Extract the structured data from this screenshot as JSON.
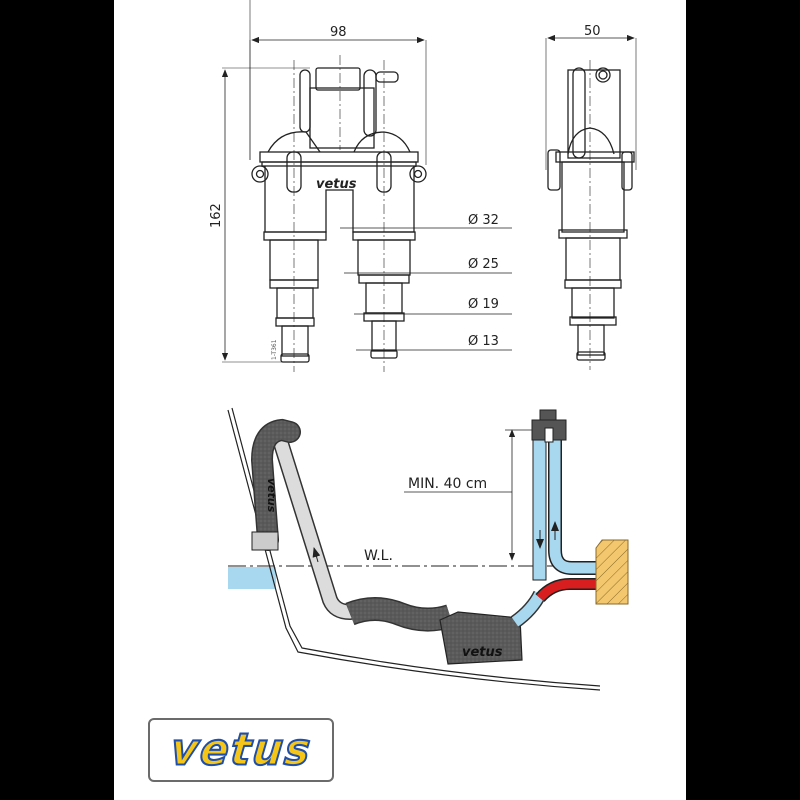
{
  "top_drawing": {
    "width_front": "98",
    "width_side": "50",
    "height": "162",
    "brand_on_part": "vetus",
    "drawing_number": "1-T361",
    "diameters": [
      {
        "label": "Ø 32"
      },
      {
        "label": "Ø 25"
      },
      {
        "label": "Ø 19"
      },
      {
        "label": "Ø 13"
      }
    ]
  },
  "installation_diagram": {
    "min_height_label": "MIN. 40 cm",
    "waterline_label": "W.L.",
    "brand_on_muffler": "vetus",
    "brand_on_gooseneck": "vetus",
    "colors": {
      "water": "#a8d8ef",
      "hot_exhaust": "#d81e1e",
      "hose_grey": "#555555",
      "engine_block": "#f2c76e"
    }
  },
  "logo": {
    "text": "vetus",
    "fill_color": "#f5c518",
    "outline_color": "#1f4fa8"
  }
}
